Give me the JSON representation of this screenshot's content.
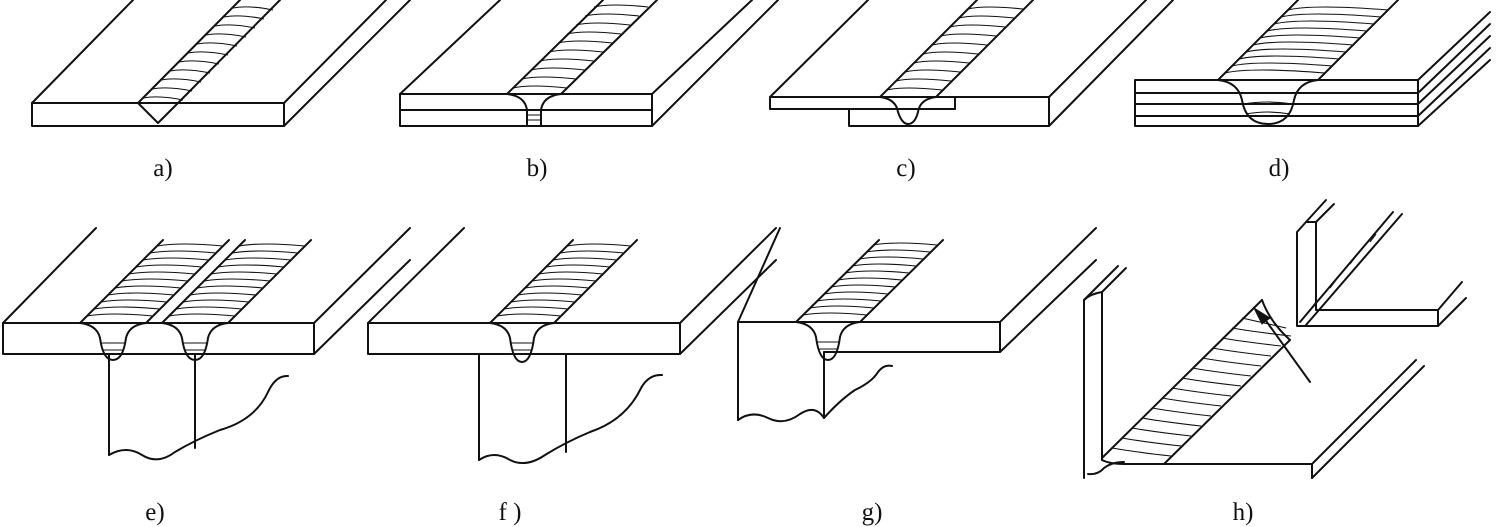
{
  "labels": {
    "a": "a)",
    "b": "b)",
    "c": "c)",
    "d": "d)",
    "e": "e)",
    "f": "f )",
    "g": "g)",
    "h": "h)"
  },
  "colors": {
    "ink": "#111111",
    "background": "#ffffff"
  }
}
